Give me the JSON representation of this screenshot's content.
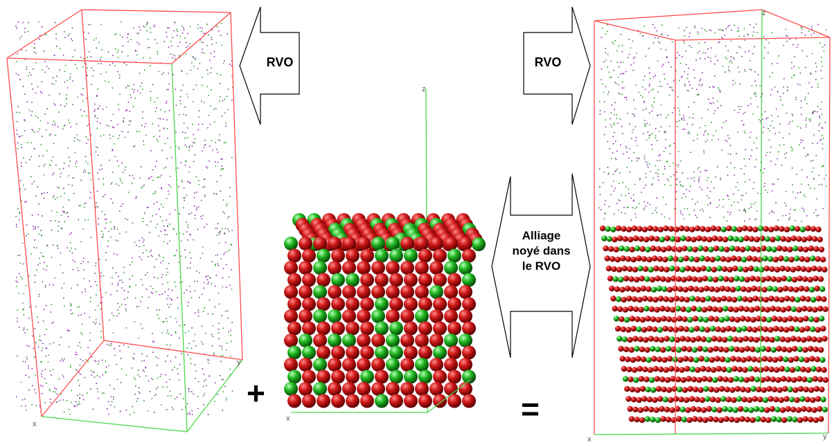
{
  "labels": {
    "rvo_left": "RVO",
    "rvo_right": "RVO",
    "alloy": "Alliage noyé dans le RVO",
    "plus": "+",
    "equals": "="
  },
  "axes": {
    "x": "x",
    "y": "y",
    "z": "z"
  },
  "colors": {
    "box_edge_red": "#ff4a4a",
    "box_edge_green": "#4ad84a",
    "atom_red": "#c41010",
    "atom_green": "#19b019",
    "point_magenta": "#8a2aa8",
    "point_green": "#2a9a2a",
    "arrow_stroke": "#000000",
    "arrow_fill": "#ffffff"
  }
}
